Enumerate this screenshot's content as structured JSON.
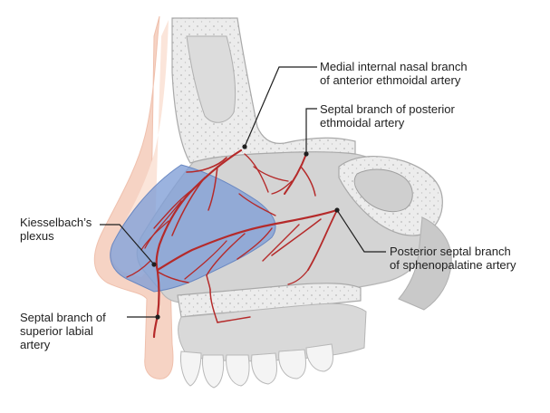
{
  "labels": {
    "medial_internal_nasal": [
      "Medial internal nasal branch",
      "of anterior ethmoidal artery"
    ],
    "septal_posterior_ethmoidal": [
      "Septal branch of posterior",
      "ethmoidal artery"
    ],
    "kiesselbach": [
      "Kiesselbach’s",
      "plexus"
    ],
    "posterior_septal_sphenopalatine": [
      "Posterior septal branch",
      "of sphenopalatine artery"
    ],
    "septal_superior_labial": [
      "Septal branch of",
      "superior labial",
      "artery"
    ]
  },
  "colors": {
    "artery": "#b52a2a",
    "plexus_region": "#7f9dd6",
    "bone": "#e9e9e9",
    "bone_edge": "#a9a9a9",
    "soft_tissue": "#d2d2d2",
    "skin": "#f6d3c4",
    "leader_line": "#1f1f1f"
  }
}
